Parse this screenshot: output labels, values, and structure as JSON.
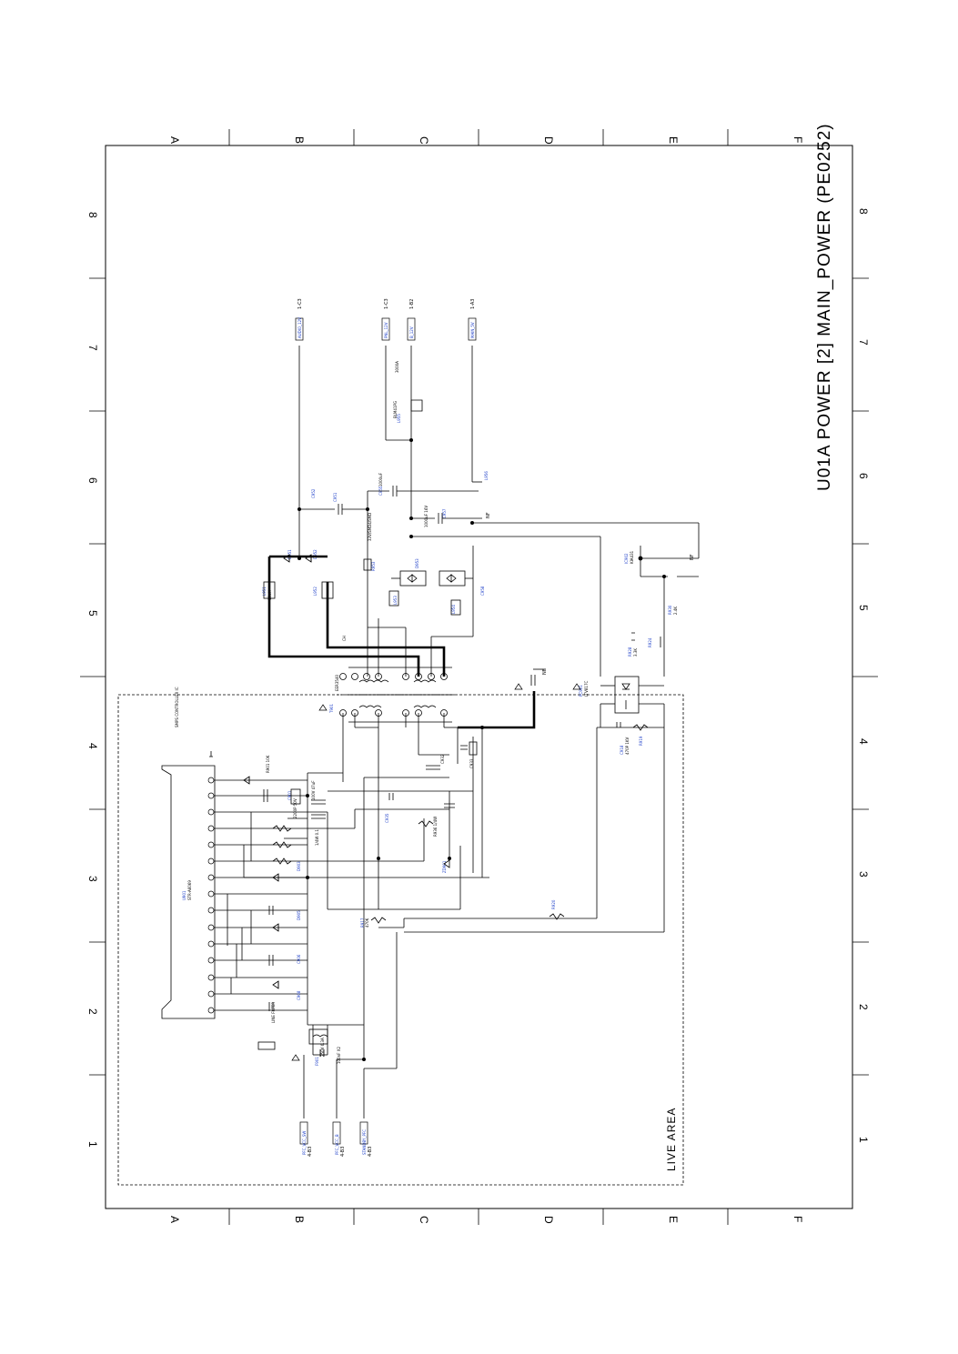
{
  "title": "U01A POWER [2] MAIN_POWER (PE0252)",
  "live_area_label": "LIVE AREA",
  "grid": {
    "columns": [
      "A",
      "B",
      "C",
      "D",
      "E",
      "F"
    ],
    "rows": [
      "1",
      "2",
      "3",
      "4",
      "5",
      "6",
      "7",
      "8"
    ]
  },
  "off_sheet_refs_top": [
    {
      "net": "AUDIO_12V",
      "ref": "1-C3"
    },
    {
      "net": "PNL_12V",
      "ref": "1-C3"
    },
    {
      "net": "B_12V",
      "ref": "1-B2"
    },
    {
      "net": "MAIN_5V",
      "ref": "1-A3"
    }
  ],
  "off_sheet_refs_left": [
    {
      "net": "PFC_VCC_SW",
      "ref": "4-B3"
    },
    {
      "net": "PFC_VCC_B",
      "ref": "4-B3"
    },
    {
      "net": "STANDBY_PFC",
      "ref": "4-B3"
    }
  ],
  "misc_marks": [
    "NF",
    "NF",
    "NF"
  ]
}
